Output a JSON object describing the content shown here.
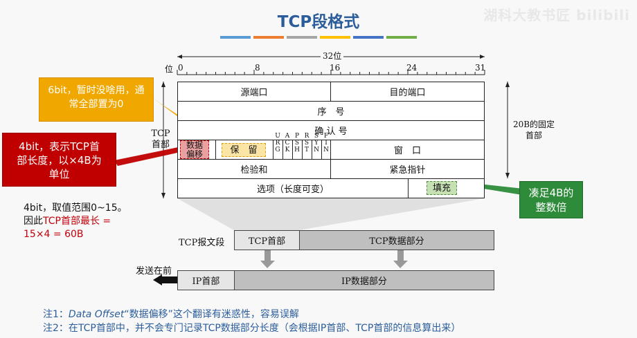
{
  "title": "TCP段格式",
  "watermark": "湖科大教书匠 bilibili",
  "color_bar": [
    "#5b9bd5",
    "#ed7d31",
    "#a5a5a5",
    "#ffc000",
    "#4472c4",
    "#70ad47"
  ],
  "ruler": {
    "top_label": "32位",
    "unit_label": "位",
    "ticks": [
      "0",
      "8",
      "16",
      "24",
      "31"
    ]
  },
  "rows": {
    "src_port": "源端口",
    "dst_port": "目的端口",
    "seq": "序　号",
    "ack": "确 认 号",
    "data_offset": "数据偏移",
    "reserved": "保　留",
    "flags": [
      [
        "U",
        "R",
        "G"
      ],
      [
        "A",
        "C",
        "K"
      ],
      [
        "P",
        "S",
        "H"
      ],
      [
        "R",
        "S",
        "T"
      ],
      [
        "S",
        "Y",
        "N"
      ],
      [
        "F",
        "I",
        "N"
      ]
    ],
    "window": "窗　口",
    "checksum": "检验和",
    "urgent": "紧急指针",
    "options": "选项（长度可变）",
    "padding": "填充"
  },
  "header_label": "TCP首部",
  "fixed_label": "20B的固定首部",
  "callouts": {
    "reserved": "6bit，暂时没啥用，通常全部置为0",
    "data_offset": "4bit，表示TCP首部长度，以×4B为单位",
    "padding": "凑足4B的整数倍"
  },
  "left_note": {
    "line1": "4bit，取值范围0~15。",
    "line2a": "因此",
    "line2b": "TCP首部最长 =",
    "line3": "15×4 = 60B"
  },
  "segment": {
    "label": "TCP报文段",
    "header": "TCP首部",
    "data": "TCP数据部分"
  },
  "datagram": {
    "send_label": "发送在前",
    "header": "IP首部",
    "data": "IP数据部分"
  },
  "notes": {
    "n1_prefix": "注1：",
    "n1_term": "Data Offset",
    "n1_rest": "“数据偏移”这个翻译有迷惑性，容易误解",
    "n2": "注2：在TCP首部中，并不会专门记录TCP数据部分长度（会根据IP首部、TCP首部的信息算出来）"
  }
}
